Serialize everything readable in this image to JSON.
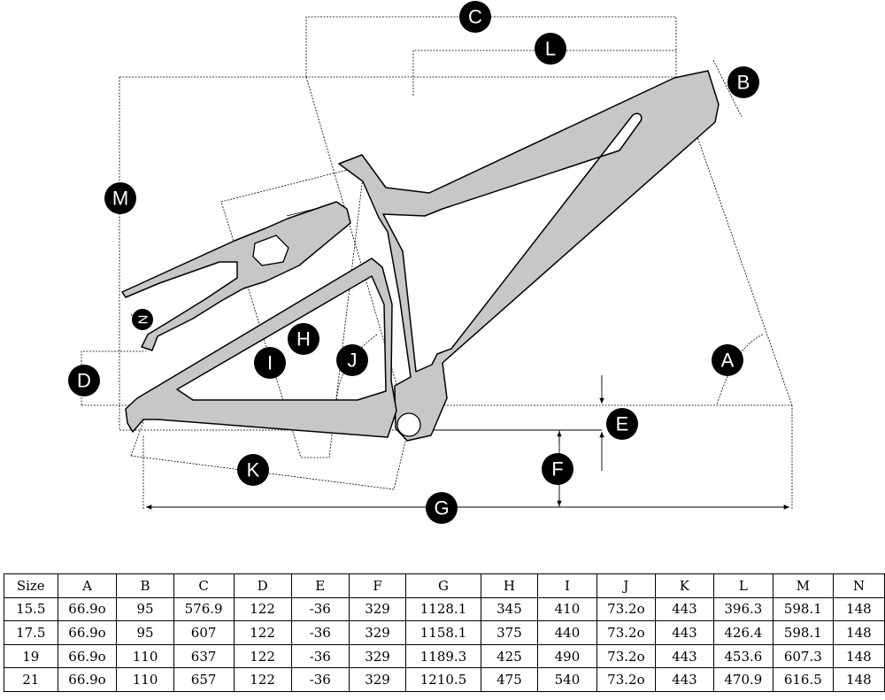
{
  "diagram": {
    "labels": {
      "A": "A",
      "B": "B",
      "C": "C",
      "D": "D",
      "E": "E",
      "F": "F",
      "G": "G",
      "H": "H",
      "I": "I",
      "J": "J",
      "K": "K",
      "L": "L",
      "M": "M",
      "N": "N"
    }
  },
  "table": {
    "headers": [
      "Size",
      "A",
      "B",
      "C",
      "D",
      "E",
      "F",
      "G",
      "H",
      "I",
      "J",
      "K",
      "L",
      "M",
      "N"
    ],
    "rows": [
      [
        "15.5",
        "66.9o",
        "95",
        "576.9",
        "122",
        "-36",
        "329",
        "1128.1",
        "345",
        "410",
        "73.2o",
        "443",
        "396.3",
        "598.1",
        "148"
      ],
      [
        "17.5",
        "66.9o",
        "95",
        "607",
        "122",
        "-36",
        "329",
        "1158.1",
        "375",
        "440",
        "73.2o",
        "443",
        "426.4",
        "598.1",
        "148"
      ],
      [
        "19",
        "66.9o",
        "110",
        "637",
        "122",
        "-36",
        "329",
        "1189.3",
        "425",
        "490",
        "73.2o",
        "443",
        "453.6",
        "607.3",
        "148"
      ],
      [
        "21",
        "66.9o",
        "110",
        "657",
        "122",
        "-36",
        "329",
        "1210.5",
        "475",
        "540",
        "73.2o",
        "443",
        "470.9",
        "616.5",
        "148"
      ]
    ]
  }
}
